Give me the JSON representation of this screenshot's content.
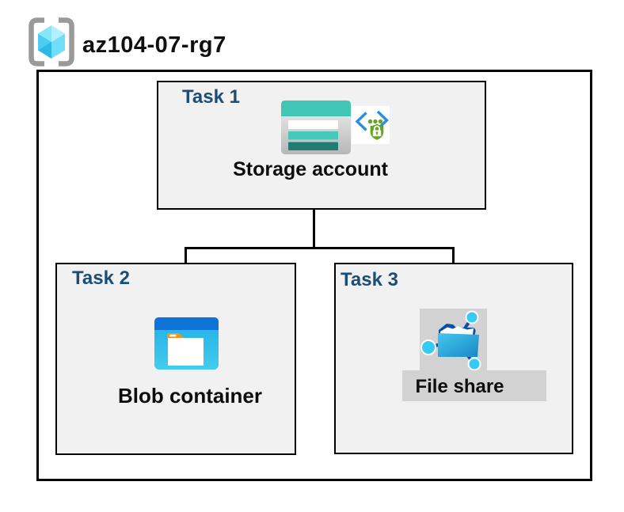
{
  "header": {
    "resource_group": "az104-07-rg7"
  },
  "diagram": {
    "tasks": [
      {
        "label": "Task 1",
        "node": "Storage account"
      },
      {
        "label": "Task 2",
        "node": "Blob container"
      },
      {
        "label": "Task 3",
        "node": "File share"
      }
    ],
    "connections": [
      {
        "from": "Storage account",
        "to": "Blob container"
      },
      {
        "from": "Storage account",
        "to": "File share"
      }
    ]
  },
  "icons": {
    "resource_group": "resource-group-brackets-cube-icon",
    "storage_account": "storage-account-icon",
    "security_badge": "code-brackets-lock-shield-icon",
    "blob_container": "blob-container-folder-icon",
    "file_share": "file-share-network-folder-icon"
  },
  "colors": {
    "task-label": "#1B4D77",
    "box-fill": "#F1F1F1",
    "connector": "#000000",
    "backdrop-gray": "#D2D2D2",
    "storage-teal": "#41C6B6",
    "storage-teal-dark": "#1F7D74",
    "blob-band-blue": "#0F74D8",
    "blob-cyan": "#2FC0EA",
    "fileshare-navy": "#0B50A5",
    "fileshare-cyan": "#35CBF3",
    "bracket-gray": "#9A9A9A",
    "badge-blue": "#2E8CD8",
    "badge-green": "#61A620"
  }
}
